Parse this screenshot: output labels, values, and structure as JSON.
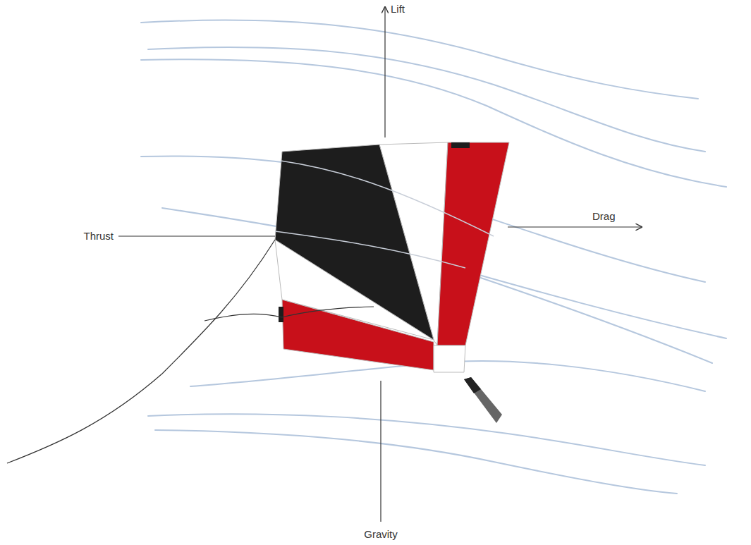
{
  "diagram": {
    "labels": [
      "Lift",
      "Thrust",
      "Drag",
      "Gravity"
    ]
  }
}
